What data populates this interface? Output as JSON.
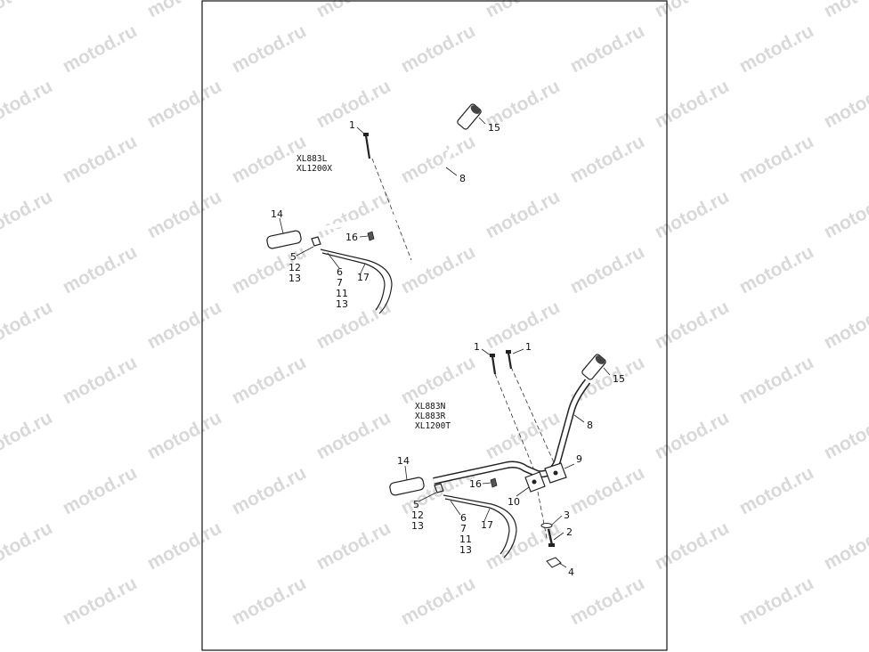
{
  "watermark": {
    "text": "motod.ru",
    "color": "#d9d9d9"
  },
  "upper_assembly": {
    "models": [
      "XL883L",
      "XL1200X"
    ],
    "callouts": {
      "c1": "1",
      "c15": "15",
      "c8": "8",
      "c14": "14",
      "c16": "16",
      "c5": "5",
      "c12": "12",
      "c13a": "13",
      "c6": "6",
      "c7": "7",
      "c11": "11",
      "c13b": "13",
      "c17": "17"
    }
  },
  "lower_assembly": {
    "models": [
      "XL883N",
      "XL883R",
      "XL1200T"
    ],
    "callouts": {
      "c1a": "1",
      "c1b": "1",
      "c15": "15",
      "c8": "8",
      "c9": "9",
      "c14": "14",
      "c16": "16",
      "c10": "10",
      "c5": "5",
      "c12": "12",
      "c13a": "13",
      "c6": "6",
      "c7": "7",
      "c11": "11",
      "c13b": "13",
      "c17": "17",
      "c3": "3",
      "c2": "2",
      "c4": "4"
    }
  }
}
